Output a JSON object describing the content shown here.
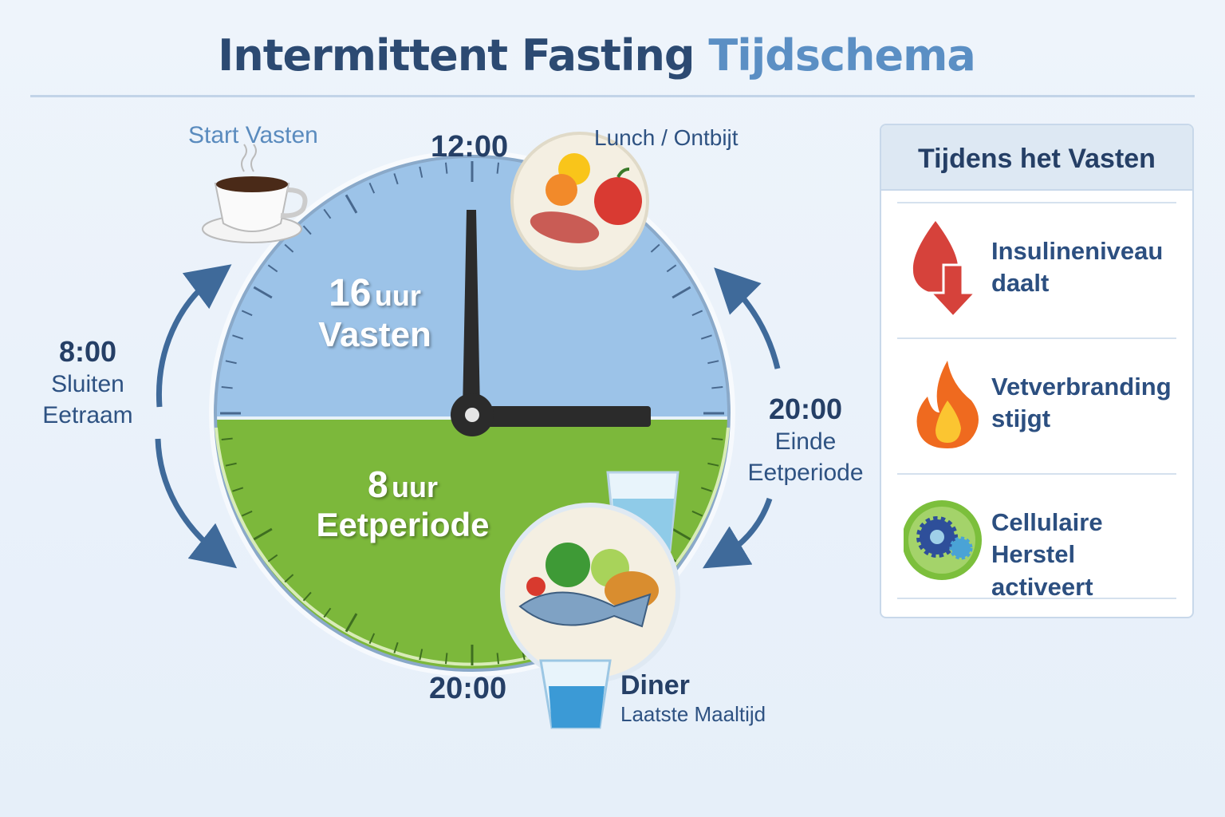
{
  "title": {
    "main": "Intermittent Fasting",
    "accent": "Tijdschema"
  },
  "clock": {
    "top_time": "12:00",
    "bottom_time": "20:00",
    "fasting_hours": "16",
    "fasting_unit": "uur",
    "fasting_label": "Vasten",
    "eating_hours": "8",
    "eating_unit": "uur",
    "eating_label": "Eetperiode",
    "fasting_share": 0.5,
    "colors": {
      "fasting": "#9cc3e8",
      "eating": "#7cb83b",
      "hands": "#2b2b2b"
    }
  },
  "labels": {
    "start_fasting": "Start Vasten",
    "lunch": "Lunch / Ontbijt",
    "left_time": "8:00",
    "left_line1": "Sluiten",
    "left_line2": "Eetraam",
    "right_time": "20:00",
    "right_line1": "Einde",
    "right_line2": "Eetperiode",
    "dinner": "Diner",
    "dinner_sub": "Laatste Maaltijd"
  },
  "icons": [
    "coffee-cup-icon",
    "breakfast-plate-icon",
    "dinner-plate-icon",
    "water-glass-icon",
    "blood-drop-down-icon",
    "flame-icon",
    "gears-icon"
  ],
  "panel": {
    "title": "Tijdens het Vasten",
    "items": [
      {
        "line1": "Insulineniveau",
        "line2": "daalt",
        "icon": "blood-drop-down-icon"
      },
      {
        "line1": "Vetverbranding",
        "line2": "stijgt",
        "icon": "flame-icon"
      },
      {
        "line1": "Cellulaire Herstel",
        "line2": "activeert",
        "icon": "gears-icon"
      }
    ]
  }
}
